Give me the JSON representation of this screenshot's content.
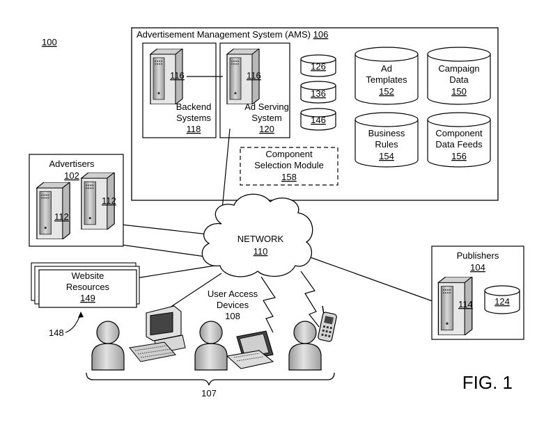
{
  "figure": {
    "ref_number": "100",
    "caption": "FIG. 1"
  },
  "ams": {
    "title": "Advertisement Management System (AMS)",
    "ref": "106",
    "backend": {
      "server_ref": "116",
      "label_line1": "Backend",
      "label_line2": "Systems",
      "ref": "118"
    },
    "ad_serving": {
      "server_ref": "116",
      "label_line1": "Ad Serving",
      "label_line2": "System",
      "ref": "120"
    },
    "small_dbs": [
      "126",
      "136",
      "146"
    ],
    "component_selection": {
      "line1": "Component",
      "line2": "Selection Module",
      "ref": "158"
    },
    "databases": [
      {
        "line1": "Ad",
        "line2": "Templates",
        "ref": "152"
      },
      {
        "line1": "Campaign",
        "line2": "Data",
        "ref": "150"
      },
      {
        "line1": "Business",
        "line2": "Rules",
        "ref": "154"
      },
      {
        "line1": "Component",
        "line2": "Data Feeds",
        "ref": "156"
      }
    ]
  },
  "advertisers": {
    "title": "Advertisers",
    "ref": "102",
    "server_refs": [
      "112",
      "112"
    ]
  },
  "network": {
    "label": "NETWORK",
    "ref": "110"
  },
  "website_resources": {
    "line1": "Website",
    "line2": "Resources",
    "ref": "149",
    "pointer_ref": "148"
  },
  "user_access": {
    "line1": "User Access",
    "line2": "Devices",
    "ref": "108"
  },
  "users_group_ref": "107",
  "publishers": {
    "title": "Publishers",
    "ref": "104",
    "server_ref": "114",
    "db_ref": "124"
  }
}
